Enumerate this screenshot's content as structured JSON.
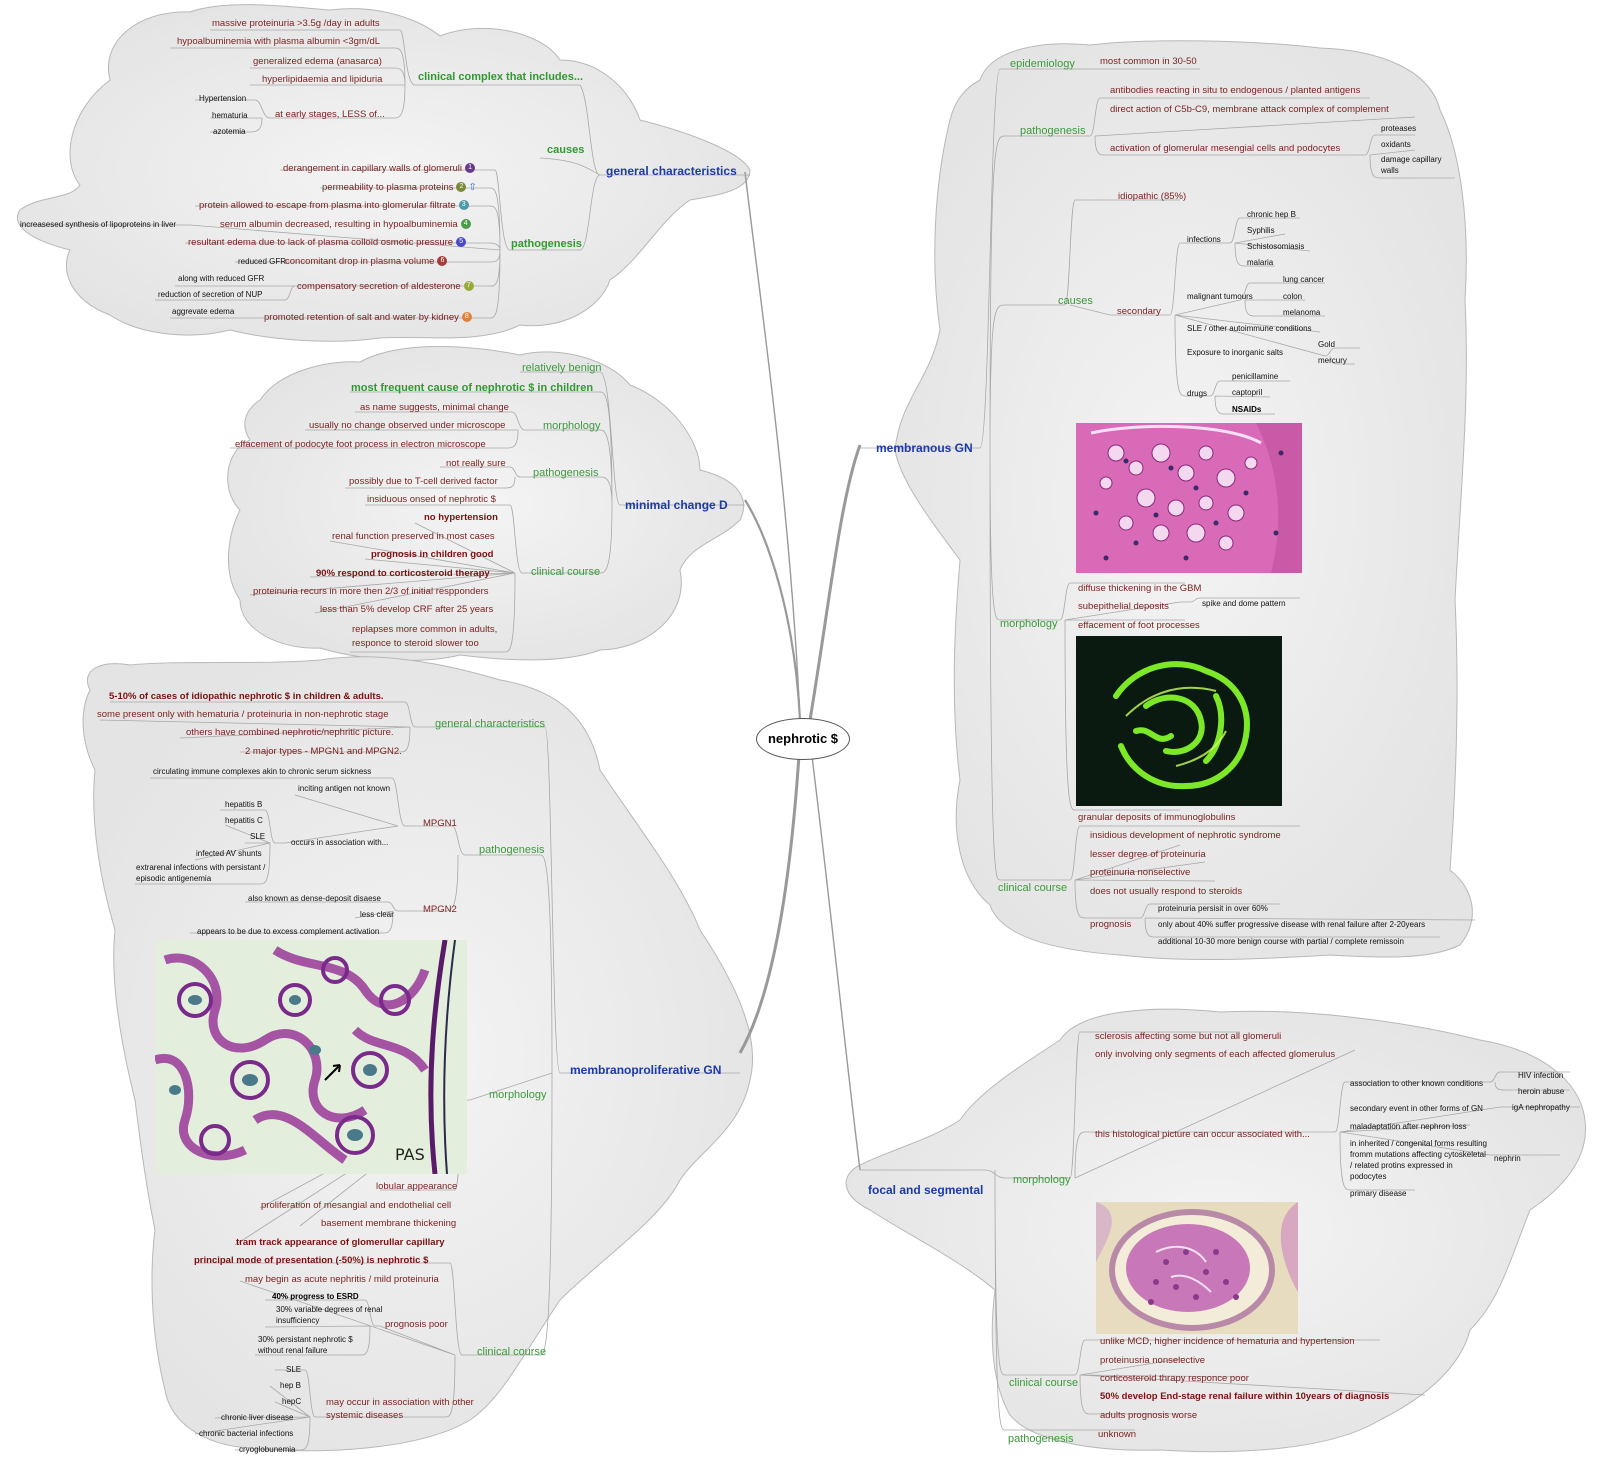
{
  "root": "nephrotic $",
  "general": {
    "title": "general characteristics",
    "complex": "clinical complex that includes...",
    "c1": "massive proteinuria >3.5g /day in adults",
    "c2": "hypoalbuminemia with plasma albumin <3gm/dL",
    "c3": "generalized edema (anasarca)",
    "c4": "hyperlipidaemia and lipiduria",
    "early": "at early stages, LESS of...",
    "e1": "Hypertension",
    "e2": "hematuria",
    "e3": "azotemia",
    "causes": "causes",
    "pathogenesis": "pathogenesis",
    "p1": "derangement in capillary walls of glomeruli",
    "p2": "permeability to plasma proteins",
    "p3": "protein allowed to escape from plasma into glomerular filtrate",
    "p4": "serum albumin decreased, resulting in hypoalbuminemia",
    "p4a": "increasesed synthesis of lipoproteins in liver",
    "p5": "resultant edema due to lack of plasma colloid osmotic pressure",
    "p6": "concomitant drop in plasma volume",
    "p6a": "reduced GFR",
    "p7": "compensatory secretion of aldesterone",
    "p7a": "along with reduced GFR",
    "p7b": "reduction of secretion of NUP",
    "p8": "promoted retention of salt and water by kidney",
    "p8a": "aggrevate edema",
    "n1": "1",
    "n2": "2",
    "n3": "3",
    "n4": "4",
    "n5": "5",
    "n6": "6",
    "n7": "7",
    "n8": "8"
  },
  "mcd": {
    "title": "minimal change D",
    "benign": "relatively benign",
    "frequent": "most frequent cause of nephrotic $ in children",
    "morphology": "morphology",
    "m1": "as name suggests, minimal change",
    "m2": "usually no change observed under microscope",
    "m3": "effacement of podocyte foot process in electron microscope",
    "pathogenesis": "pathogenesis",
    "pa1": "not really sure",
    "pa2": "possibly due to T-cell derived factor",
    "clinical": "clinical course",
    "c1": "insiduous onsed of nephrotic $",
    "c2": "no hypertension",
    "c3": "renal function preserved in most cases",
    "c4": "prognosis in children good",
    "c5": "90% respond to corticosteroid therapy",
    "c6": "proteinuria recurs in more then 2/3 of initial respponders",
    "c7": "less than 5% develop CRF after 25 years",
    "c8": "replapses more common in adults, responce to steroid slower too"
  },
  "mpgn": {
    "title": "membranoproliferative GN",
    "general": "general characteristics",
    "g1": "5-10% of cases of idiopathic nephrotic $ in children & adults.",
    "g2": "some present only with hematuria / proteinuria in non-nephrotic stage",
    "g3": "others have combined nephrotic/nephritic picture.",
    "g4": "2 major types - MPGN1 and MPGN2.",
    "pathogenesis": "pathogenesis",
    "mpgn1": "MPGN1",
    "t1": "circulating immune complexes akin to chronic serum sickness",
    "t2": "inciting antigen not known",
    "assoc": "occurs in association with...",
    "a1": "hepatitis B",
    "a2": "hepatitis C",
    "a3": "SLE",
    "a4": "infected AV shunts",
    "a5": "extrarenal infections with persistant / episodic antigenemia",
    "mpgn2": "MPGN2",
    "u1": "also known as dense-deposit disaese",
    "u2": "less clear",
    "u3": "appears to be due to excess complement activation",
    "morphology": "morphology",
    "pas": "PAS",
    "m1": "lobular appearance",
    "m2": "proliferation of mesangial and endothelial cell",
    "m3": "basement membrane thickening",
    "m4": "tram track appearance of glomerullar capillary",
    "clinical": "clinical course",
    "c1": "principal mode of presentation (-50%) is nephrotic $",
    "c2": "may begin as acute nephritis / mild proteinuria",
    "prognosis": "prognosis poor",
    "pr1": "40% progress to ESRD",
    "pr2": "30% variable degrees of renal insufficiency",
    "pr3": "30% persistant nephrotic $ without renal failure",
    "sys": "may occur in association with other systemic diseases",
    "s1": "SLE",
    "s2": "hep B",
    "s3": "hepC",
    "s4": "chronic liver disease",
    "s5": "chronic bacterial infections",
    "s6": "cryoglobunemia"
  },
  "mgn": {
    "title": "membranous GN",
    "epi": "epidemiology",
    "epi1": "most common in 30-50",
    "pathogenesis": "pathogenesis",
    "p1": "antibodies reacting in situ to endogenous / planted antigens",
    "p2": "direct action of C5b-C9, membrane attack complex of complement",
    "p3": "activation of glomerular mesengial cells and podocytes",
    "p3a": "proteases",
    "p3b": "oxidants",
    "p3c": "damage capillary walls",
    "causes": "causes",
    "idio": "idiopathic (85%)",
    "secondary": "secondary",
    "infections": "infections",
    "i1": "chronic hep B",
    "i2": "Syphilis",
    "i3": "Schistosomiasis",
    "i4": "malaria",
    "malig": "malignant tumours",
    "mt1": "lung cancer",
    "mt2": "colon",
    "mt3": "melanoma",
    "sle": "SLE / other autoimmune conditions",
    "salts": "Exposure to inorganic salts",
    "sa1": "Gold",
    "sa2": "mercury",
    "drugs": "drugs",
    "d1": "penicillamine",
    "d2": "captopril",
    "d3": "NSAIDs",
    "morphology": "morphology",
    "m1": "diffuse thickening in the GBM",
    "m2": "subepithelial deposits",
    "m2a": "spike and dome pattern",
    "m3": "effacement of foot processes",
    "m4": "granular deposits of immunoglobulins",
    "clinical": "clinical course",
    "c1": "insidious development of nephrotic syndrome",
    "c2": "lesser degree of proteinuria",
    "c3": "proteinuria nonselective",
    "c4": "does not usually respond to steroids",
    "prognosis": "prognosis",
    "pr1": "proteinuria persisit in over 60%",
    "pr2": "only about 40% suffer progressive disease with renal failure after 2-20years",
    "pr3": "additional 10-30 more benign course with partial / complete remissoin"
  },
  "fsgs": {
    "title": "focal and segmental",
    "morphology": "morphology",
    "m1": "sclerosis affecting some but not all glomeruli",
    "m2": "only involving only segments of each affected glomerulus",
    "m3": "this histological picture can occur associated with...",
    "a1": "association to other known conditions",
    "a1a": "HIV infection",
    "a1b": "heroin abuse",
    "a2": "secondary event in other forms of GN",
    "a2a": "igA nephropathy",
    "a3": "maladaptation after nephron loss",
    "a4": "in inherited / congenital forms resulting fromm mutations affecting cytoskeletal / related protins expressed in podocytes",
    "a4a": "nephrin",
    "a5": "primary disease",
    "clinical": "clinical course",
    "c1": "unlike MCD, higher incidence of hematuria and hypertension",
    "c2": "proteinusria nonselective",
    "c3": "corticosteroid thrapy responce poor",
    "c4": "50% develop End-stage renal failure within 10years of diagnosis",
    "c5": "adults prognosis worse",
    "pathogenesis": "pathogenesis",
    "pa1": "unknown"
  }
}
